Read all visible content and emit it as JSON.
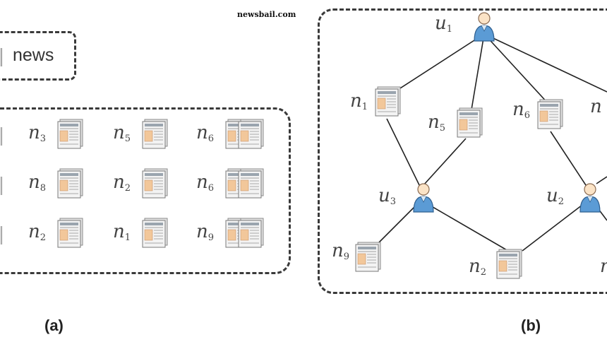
{
  "watermark": "newsbail.com",
  "legend": {
    "label": "news"
  },
  "panel_a": {
    "caption": "(a)",
    "cells": [
      {
        "base": "n",
        "sub": "3"
      },
      {
        "base": "n",
        "sub": "5"
      },
      {
        "base": "n",
        "sub": "6"
      },
      {
        "base": "n",
        "sub": "8"
      },
      {
        "base": "n",
        "sub": "2"
      },
      {
        "base": "n",
        "sub": "6"
      },
      {
        "base": "n",
        "sub": "2"
      },
      {
        "base": "n",
        "sub": "1"
      },
      {
        "base": "n",
        "sub": "9"
      }
    ]
  },
  "panel_b": {
    "caption": "(b)",
    "users": [
      {
        "base": "u",
        "sub": "1"
      },
      {
        "base": "u",
        "sub": "3"
      },
      {
        "base": "u",
        "sub": "2"
      }
    ],
    "news": [
      {
        "base": "n",
        "sub": "1"
      },
      {
        "base": "n",
        "sub": "5"
      },
      {
        "base": "n",
        "sub": "6"
      },
      {
        "base": "n",
        "sub": "9"
      },
      {
        "base": "n",
        "sub": "2"
      }
    ]
  },
  "icons": {
    "user": "user-icon",
    "news": "newspaper-icon"
  }
}
